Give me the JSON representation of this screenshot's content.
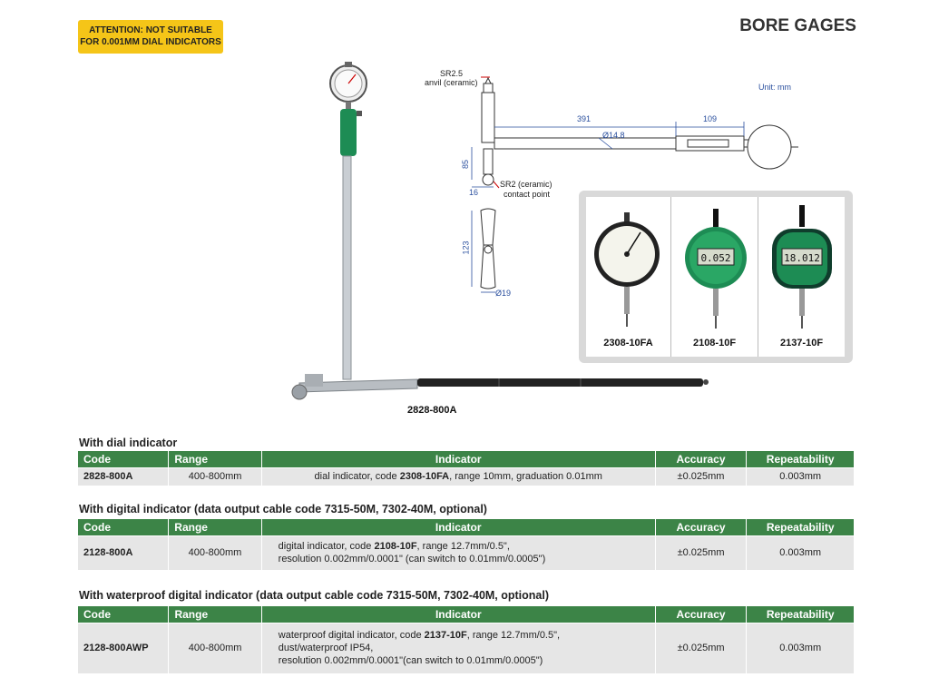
{
  "header": {
    "attention_line1": "ATTENTION: NOT SUITABLE",
    "attention_line2": "FOR 0.001MM DIAL INDICATORS",
    "title": "BORE GAGES"
  },
  "drawing": {
    "unit": "Unit: mm",
    "sr25": "SR2.5",
    "anvil": "anvil (ceramic)",
    "dim_391": "391",
    "dim_109": "109",
    "dim_d148": "Ø14.8",
    "dim_85": "85",
    "dim_16": "16",
    "sr2": "SR2 (ceramic)",
    "contact": "contact point",
    "dim_123": "123",
    "dim_d19": "Ø19",
    "main_model": "2828-800A"
  },
  "indicators": [
    {
      "label": "2308-10FA",
      "type": "dial"
    },
    {
      "label": "2108-10F",
      "type": "digital",
      "display": "0.052"
    },
    {
      "label": "2137-10F",
      "type": "digital",
      "display": "18.012"
    }
  ],
  "headers": [
    "Code",
    "Range",
    "Indicator",
    "Accuracy",
    "Repeatability"
  ],
  "sections": [
    {
      "title": "With dial indicator",
      "code": "2828-800A",
      "range": "400-800mm",
      "indicator_parts": [
        {
          "pre": "dial indicator, code ",
          "bold": "2308-10FA",
          "post": ", range 10mm, graduation 0.01mm"
        }
      ],
      "accuracy": "±0.025mm",
      "repeatability": "0.003mm"
    },
    {
      "title": "With digital indicator (data output cable code 7315-50M, 7302-40M, optional)",
      "code": "2128-800A",
      "range": "400-800mm",
      "indicator_parts": [
        {
          "pre": "digital indicator, code ",
          "bold": "2108-10F",
          "post": ", range 12.7mm/0.5\","
        },
        {
          "pre": "resolution 0.002mm/0.0001\" (can switch to 0.01mm/0.0005\")",
          "bold": "",
          "post": ""
        }
      ],
      "accuracy": "±0.025mm",
      "repeatability": "0.003mm"
    },
    {
      "title": "With waterproof digital indicator (data output cable code 7315-50M, 7302-40M, optional)",
      "code": "2128-800AWP",
      "range": "400-800mm",
      "indicator_parts": [
        {
          "pre": "waterproof digital indicator, code ",
          "bold": "2137-10F",
          "post": ", range 12.7mm/0.5\","
        },
        {
          "pre": "dust/waterproof IP54,",
          "bold": "",
          "post": ""
        },
        {
          "pre": "resolution 0.002mm/0.0001\"(can switch to 0.01mm/0.0005\")",
          "bold": "",
          "post": ""
        }
      ],
      "accuracy": "±0.025mm",
      "repeatability": "0.003mm"
    }
  ]
}
